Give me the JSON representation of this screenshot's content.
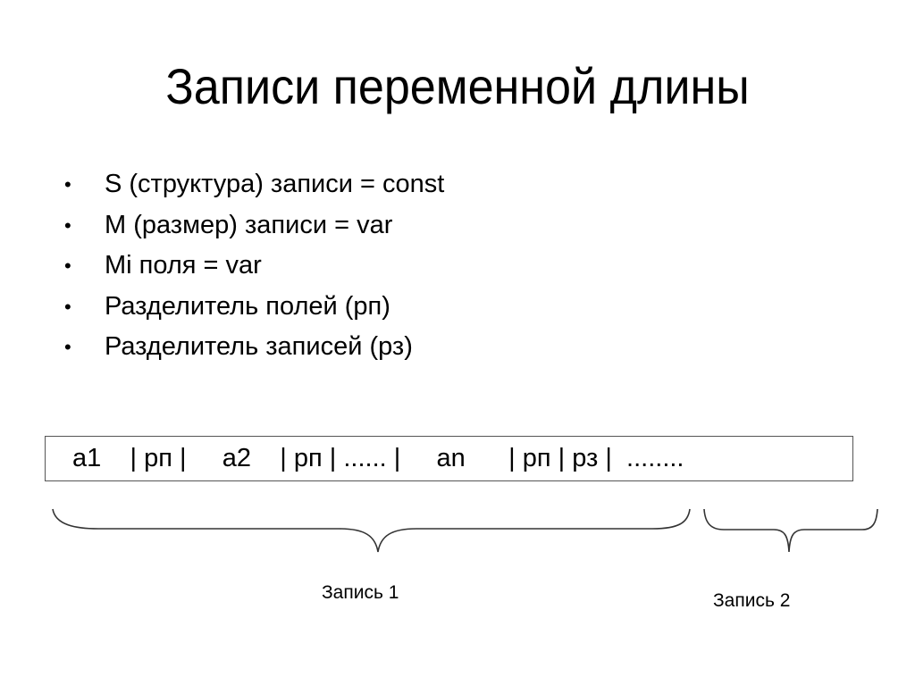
{
  "slide": {
    "title": "Записи переменной длины",
    "bullets": [
      {
        "marker": "•",
        "text": "S (структура) записи = const"
      },
      {
        "marker": "•",
        "text": "M (размер) записи = var"
      },
      {
        "marker": "•",
        "text": "Mi поля = var"
      },
      {
        "marker": "•",
        "text": "Разделитель полей (рп)"
      },
      {
        "marker": "•",
        "text": "Разделитель записей (рз)"
      }
    ],
    "diagram": {
      "record_layout": "a1    | рп |     a2    | рп | ...... |     an      | рп | рз |  ........",
      "segments": [
        "a1",
        "| рп |",
        "a2",
        "| рп |",
        "...... |",
        "an",
        "| рп |",
        "рз |",
        "........"
      ],
      "braces": [
        {
          "label": "Запись 1"
        },
        {
          "label": "Запись 2"
        }
      ],
      "stroke_color": "#333333",
      "box_border_color": "#555555"
    }
  }
}
